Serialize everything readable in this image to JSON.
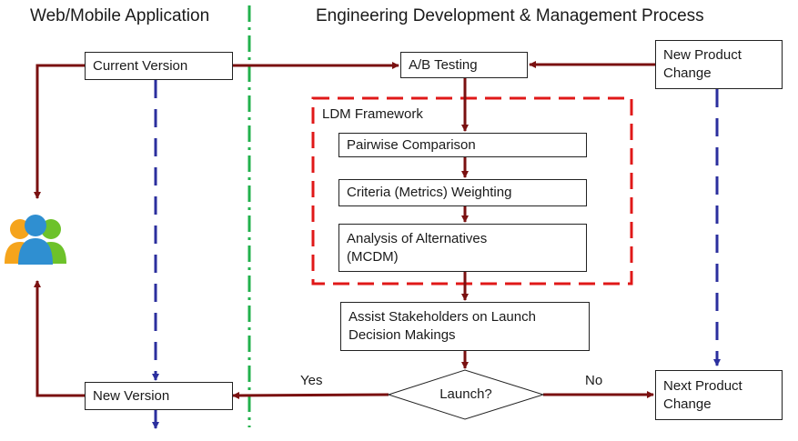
{
  "headers": {
    "left": "Web/Mobile Application",
    "right": "Engineering Development & Management Process"
  },
  "nodes": {
    "current_version": "Current Version",
    "ab_testing": "A/B Testing",
    "new_product_change": "New Product\nChange",
    "ldm_framework": "LDM Framework",
    "pairwise_comparison": "Pairwise Comparison",
    "criteria_weighting": "Criteria (Metrics) Weighting",
    "analysis_alternatives": "Analysis of Alternatives\n(MCDM)",
    "assist_stakeholders": "Assist Stakeholders on Launch\nDecision Makings",
    "launch_decision": "Launch?",
    "new_version": "New Version",
    "next_product_change": "Next Product\nChange"
  },
  "edge_labels": {
    "yes": "Yes",
    "no": "No"
  },
  "icons": {
    "users": "users-group-icon"
  },
  "colors": {
    "solid_arrow": "#7a1010",
    "dashed_arrow": "#2b2f9e",
    "ldm_frame": "#e01818",
    "divider": "#22b14c"
  }
}
